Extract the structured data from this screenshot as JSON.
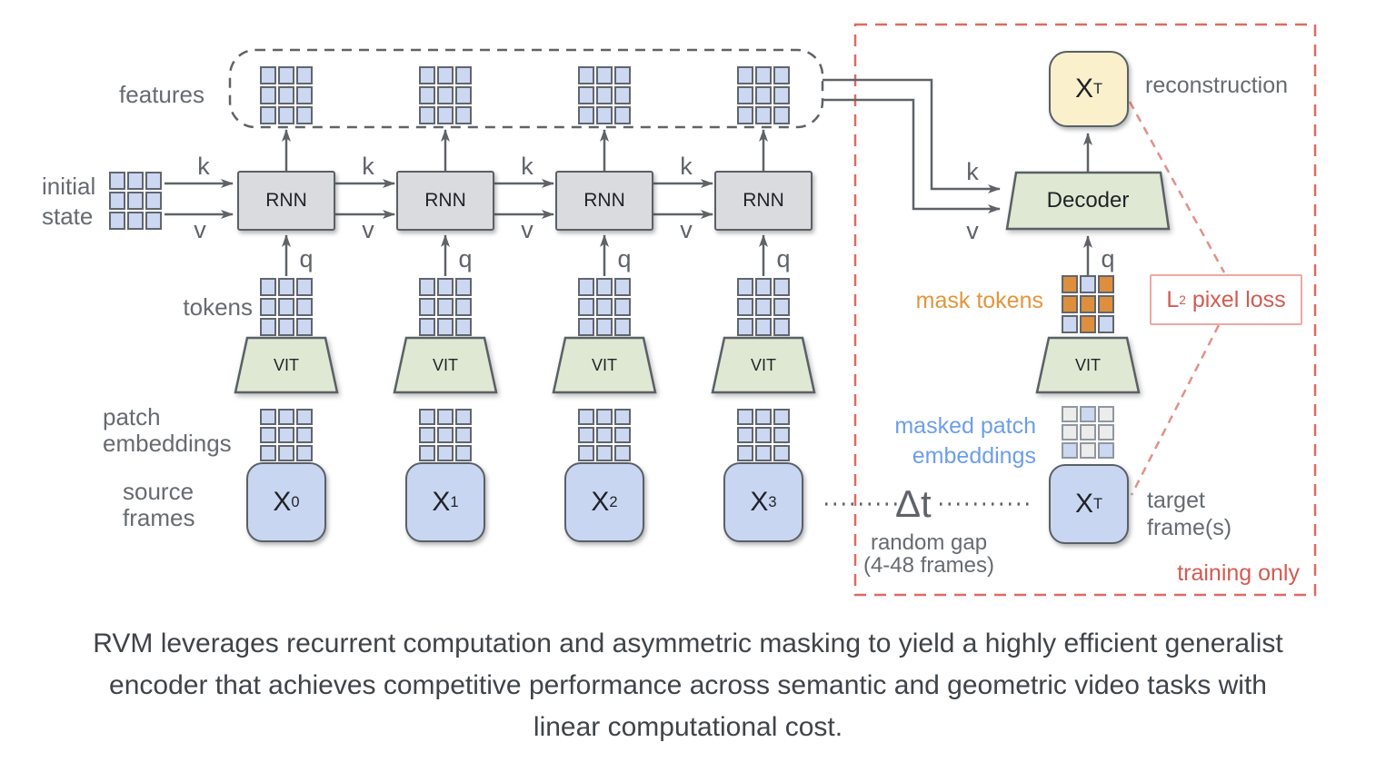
{
  "colors": {
    "cell-blue": "#ccd7f2",
    "cell-orange": "#dd8f3d",
    "cell-gray": "#ececec",
    "cell-border": "#61666e",
    "gray-fill": "#d9dbde",
    "green-fill": "#dfe8d3",
    "blue-fill": "#c9d6f2",
    "yellow-fill": "#faf0cc",
    "label-gray": "#666b70",
    "orange-text": "#e2953c",
    "blue-text": "#6d9eeb",
    "red-text": "#d25b52",
    "caption-text": "#3f4449"
  },
  "labels": {
    "features": "features",
    "initial_state": {
      "line1": "initial",
      "line2": "state"
    },
    "tokens": "tokens",
    "patch_embeddings": {
      "line1": "patch",
      "line2": "embeddings"
    },
    "source_frames": {
      "line1": "source",
      "line2": "frames"
    },
    "rnn": "RNN",
    "vit": "VIT",
    "decoder": "Decoder",
    "k": "k",
    "v": "v",
    "q": "q",
    "reconstruction": "reconstruction",
    "mask_tokens": "mask tokens",
    "masked_patch_embeddings": {
      "line1": "masked patch",
      "line2": "embeddings"
    },
    "target_frames": {
      "line1": "target",
      "line2": "frame(s)"
    },
    "training_only": "training only",
    "delta_t": "Δt",
    "random_gap": {
      "line1": "random gap",
      "line2": "(4-48 frames)"
    },
    "l2_pixel_loss": {
      "base": "L",
      "sub": "2",
      "rest": " pixel loss"
    }
  },
  "frames": [
    {
      "base": "X",
      "sub": "0"
    },
    {
      "base": "X",
      "sub": "1"
    },
    {
      "base": "X",
      "sub": "2"
    },
    {
      "base": "X",
      "sub": "3"
    }
  ],
  "reconstruction_frame": {
    "base": "X",
    "sub": "T"
  },
  "target_frame": {
    "base": "X",
    "sub": "T"
  },
  "grid_patterns": {
    "full": [
      "b",
      "b",
      "b",
      "b",
      "b",
      "b",
      "b",
      "b",
      "b"
    ],
    "mask_tokens": [
      "o",
      "b",
      "o",
      "o",
      "o",
      "o",
      "b",
      "o",
      "b"
    ],
    "masked_patch": [
      "g",
      "b",
      "g",
      "g",
      "g",
      "g",
      "b",
      "g",
      "b"
    ]
  },
  "caption": {
    "line1": "RVM leverages recurrent computation and asymmetric masking to yield a highly efficient generalist",
    "line2": "encoder that achieves competitive performance across semantic and geometric video tasks with",
    "line3": "linear computational cost."
  }
}
